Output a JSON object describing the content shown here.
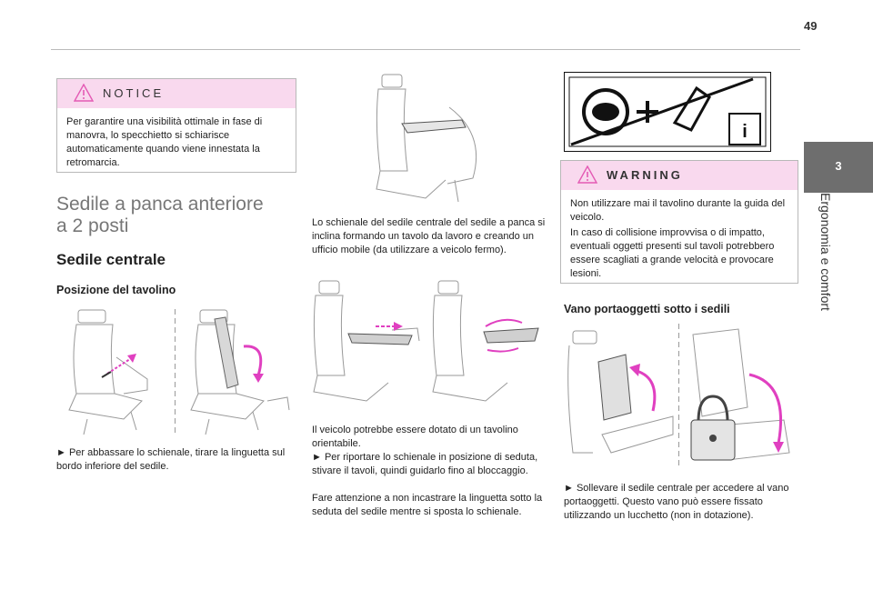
{
  "page": {
    "number": "49"
  },
  "side_tab": {
    "number": "3",
    "label": "Ergonomia e comfort"
  },
  "notice": {
    "title": "NOTICE",
    "text": "Per garantire una visibilità ottimale in fase di manovra, lo specchietto si schiarisce automaticamente quando viene innestata la retromarcia."
  },
  "section": {
    "title_line1": "Sedile a panca anteriore",
    "title_line2": "a 2 posti",
    "subtitle": "Sedile centrale",
    "heading": "Posizione del tavolino",
    "caption1": "► Per abbassare lo schienale, tirare la linguetta sul bordo inferiore del sedile."
  },
  "middle": {
    "para1": "Lo schienale del sedile centrale del sedile a panca si inclina formando un tavolo da lavoro e creando un ufficio mobile (da utilizzare a veicolo fermo).",
    "para2_l1": "Il veicolo potrebbe essere dotato di un tavolino orientabile.",
    "para2_l2": "► Per riportare lo schienale in posizione di seduta, stivare il tavoli, quindi guidarlo fino al bloccaggio.",
    "para2_l3": "Fare attenzione a non incastrare la linguetta sotto la seduta del sedile mentre si sposta lo schienale."
  },
  "warning": {
    "title": "WARNING",
    "text_l1": "Non utilizzare mai il tavolino durante la guida del veicolo.",
    "text_l2": "In caso di collisione improvvisa o di impatto, eventuali oggetti presenti sul tavoli potrebbero essere scagliati a grande velocità e provocare lesioni."
  },
  "storage": {
    "heading": "Vano portaoggetti sotto i sedili",
    "caption": "► Sollevare il sedile centrale per accedere al vano portaoggetti. Questo vano può essere fissato utilizzando un lucchetto (non in dotazione)."
  },
  "colors": {
    "accent": "#e040c0",
    "notice_bg": "#f9d9ee",
    "tab_bg": "#6e6e6e"
  }
}
